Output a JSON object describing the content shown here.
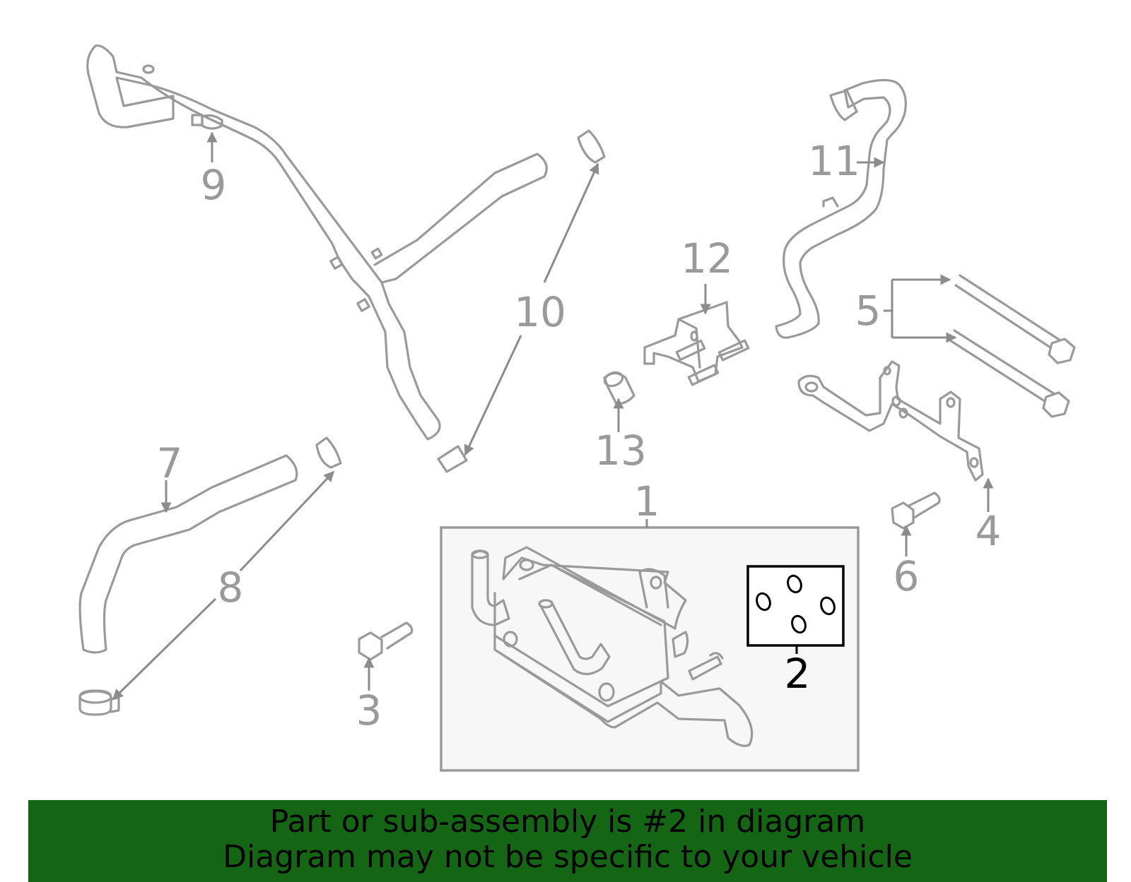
{
  "diagram": {
    "callouts": {
      "c1": "1",
      "c2": "2",
      "c3": "3",
      "c4": "4",
      "c5": "5",
      "c6": "6",
      "c7": "7",
      "c8": "8",
      "c9": "9",
      "c10": "10",
      "c11": "11",
      "c12": "12",
      "c13": "13"
    },
    "highlighted_part": "2",
    "colors": {
      "line": "#9a9a9a",
      "highlight": "#000000",
      "banner": "#146614"
    }
  },
  "banner": {
    "line1": "Part or sub-assembly is #2 in diagram",
    "line2": "Diagram may not be specific to your vehicle"
  }
}
